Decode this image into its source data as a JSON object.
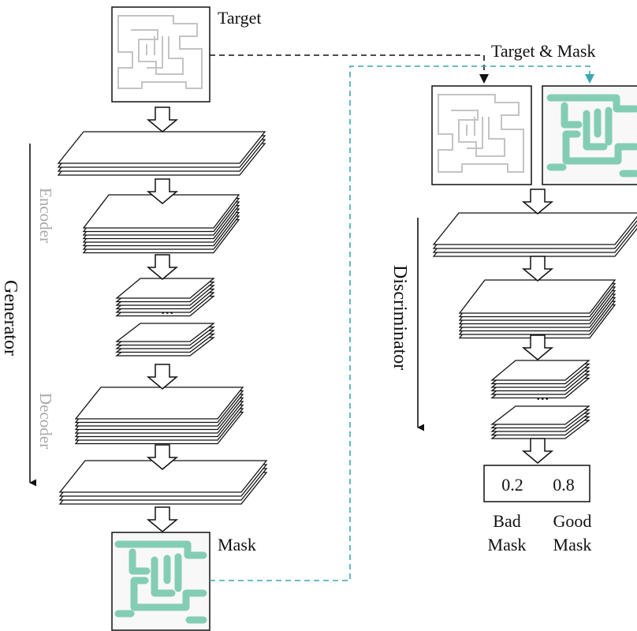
{
  "generator": {
    "title": "Generator",
    "encoder_label": "Encoder",
    "decoder_label": "Decoder",
    "target_label": "Target",
    "mask_label": "Mask",
    "ellipsis": "..."
  },
  "discriminator": {
    "title": "Discriminator",
    "input_label": "Target & Mask",
    "ellipsis": "...",
    "outputs": [
      {
        "value": "0.2",
        "line1": "Bad",
        "line2": "Mask"
      },
      {
        "value": "0.8",
        "line1": "Good",
        "line2": "Mask"
      }
    ]
  },
  "colors": {
    "mask_fill": "#7ecbb2",
    "connector_teal": "#3aa6b3",
    "connector_black": "#111111",
    "muted_label": "#a8a8a8"
  }
}
